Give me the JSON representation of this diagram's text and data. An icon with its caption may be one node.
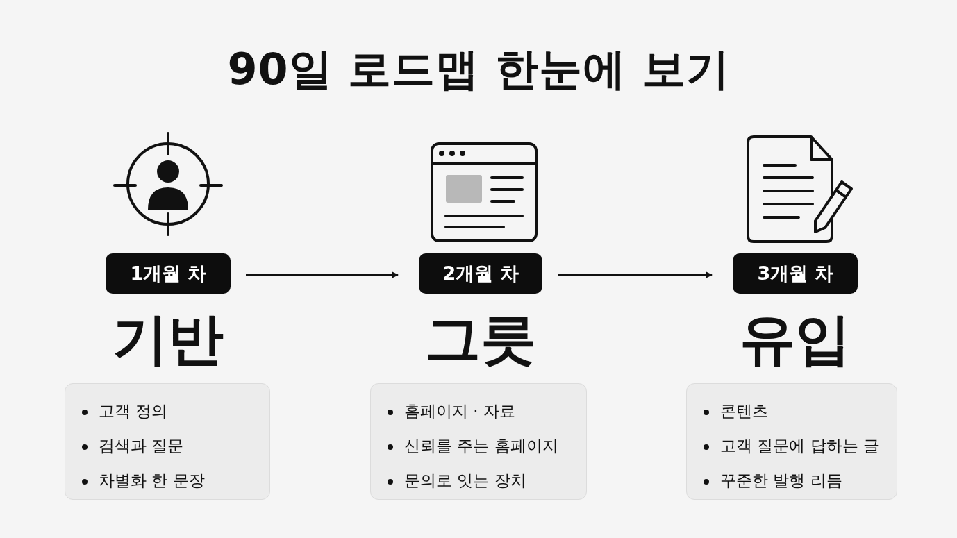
{
  "diagram": {
    "title": "90일 로드맵 한눈에 보기",
    "nodes": [
      {
        "text": [
          "1개월 차"
        ],
        "beside": [
          "기반"
        ]
      },
      {
        "text": [
          "2개월 차"
        ],
        "beside": [
          "그릇"
        ]
      },
      {
        "text": [
          "3개월 차"
        ],
        "beside": [
          "유입"
        ]
      },
      {
        "text": [
          "고객 정의",
          "검색과 질문",
          "차별화 한 문장"
        ]
      },
      {
        "text": [
          "홈페이지 · 자료",
          "신뢰를 주는 홈페이지",
          "문의로 잇는 장치"
        ]
      },
      {
        "text": [
          "콘텐츠",
          "고객 질문에 답하는 글",
          "꾸준한 발행 리듬"
        ]
      }
    ],
    "edges": [
      {
        "from": 0,
        "to": 1,
        "arrow": "to"
      },
      {
        "from": 1,
        "to": 2,
        "arrow": "to"
      }
    ]
  }
}
